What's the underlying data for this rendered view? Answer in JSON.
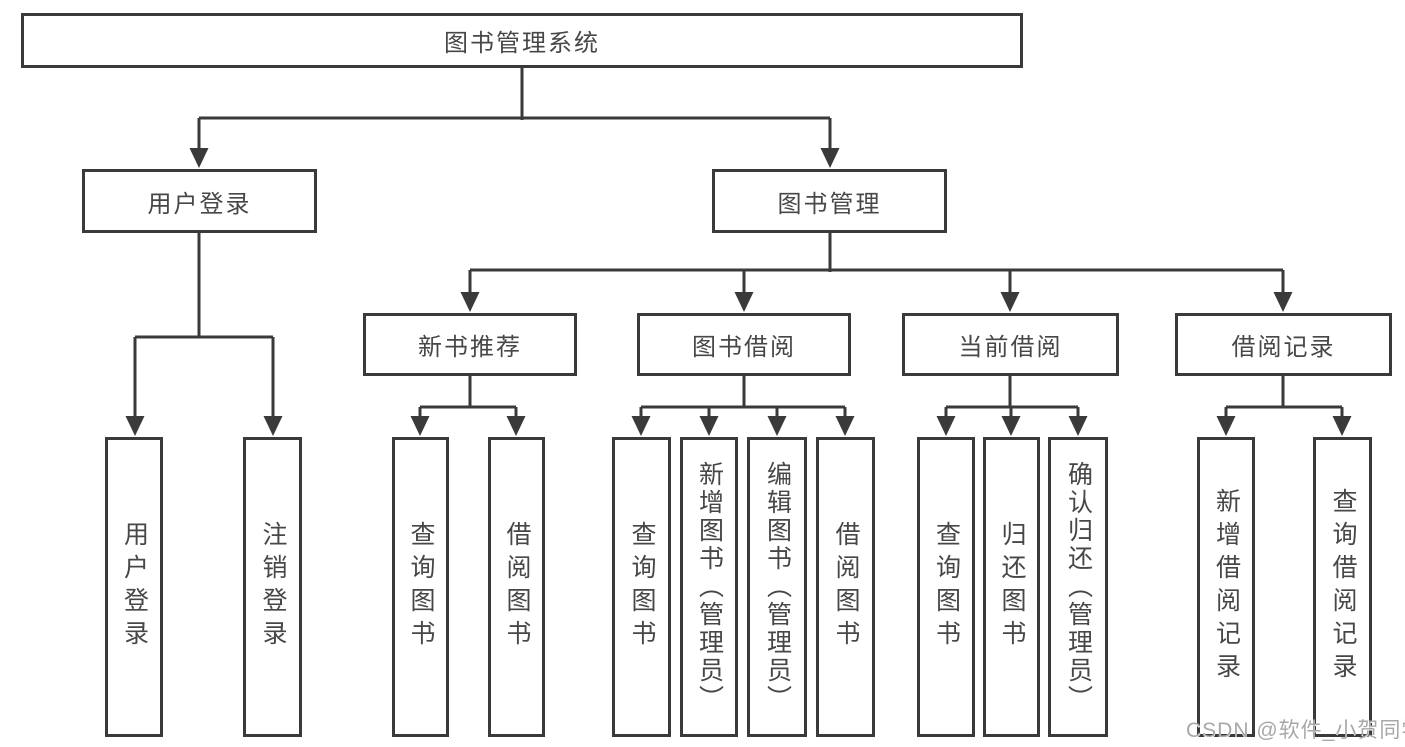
{
  "diagram": {
    "root": {
      "label": "图书管理系统"
    },
    "user_login": {
      "label": "用户登录",
      "children": [
        {
          "label": "用户登录"
        },
        {
          "label": "注销登录"
        }
      ]
    },
    "book_mgmt": {
      "label": "图书管理",
      "sections": [
        {
          "label": "新书推荐",
          "children": [
            {
              "label": "查询图书"
            },
            {
              "label": "借阅图书"
            }
          ]
        },
        {
          "label": "图书借阅",
          "children": [
            {
              "label": "查询图书"
            },
            {
              "label": "新增图书（管理员）"
            },
            {
              "label": "编辑图书（管理员）"
            },
            {
              "label": "借阅图书"
            }
          ]
        },
        {
          "label": "当前借阅",
          "children": [
            {
              "label": "查询图书"
            },
            {
              "label": "归还图书"
            },
            {
              "label": "确认归还（管理员）"
            }
          ]
        },
        {
          "label": "借阅记录",
          "children": [
            {
              "label": "新增借阅记录"
            },
            {
              "label": "查询借阅记录"
            }
          ]
        }
      ]
    }
  },
  "watermark": {
    "text": "CSDN @软件_小贺同学",
    "color": "#a8a8a8"
  },
  "colors": {
    "line": "#3a3a3a",
    "box_border": "#3a3a3a",
    "text": "#474747",
    "background": "#ffffff"
  }
}
